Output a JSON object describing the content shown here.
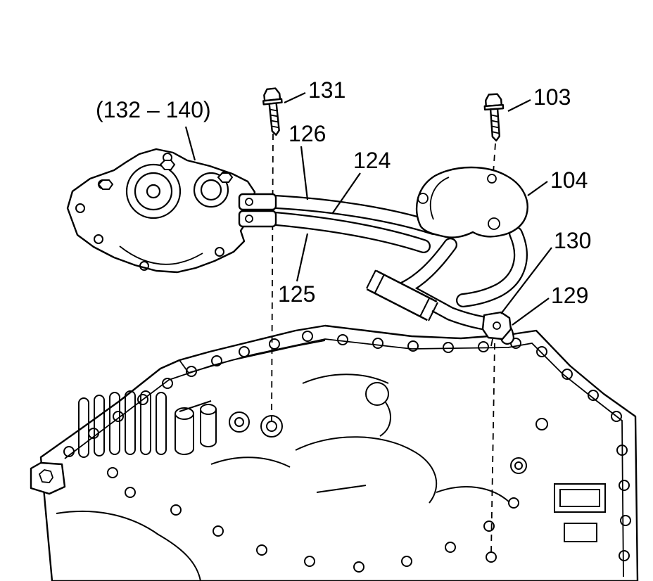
{
  "figure": {
    "background_color": "#ffffff",
    "line_color": "#000000",
    "description_labels_only": true
  },
  "callouts": [
    {
      "id": "132-140",
      "text": "(132 – 140)"
    },
    {
      "id": "131",
      "text": "131"
    },
    {
      "id": "126",
      "text": "126"
    },
    {
      "id": "124",
      "text": "124"
    },
    {
      "id": "103",
      "text": "103"
    },
    {
      "id": "104",
      "text": "104"
    },
    {
      "id": "130",
      "text": "130"
    },
    {
      "id": "129",
      "text": "129"
    },
    {
      "id": "125",
      "text": "125"
    }
  ]
}
